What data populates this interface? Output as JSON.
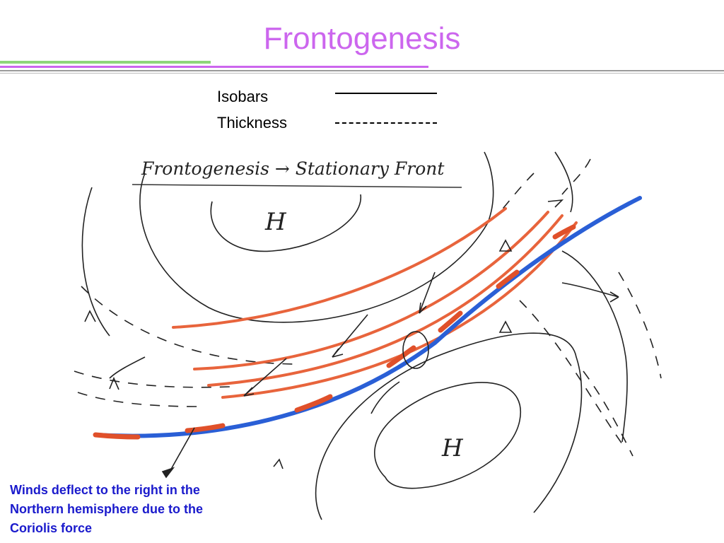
{
  "slide": {
    "title": "Frontogenesis",
    "legend": {
      "isobars_label": "Isobars",
      "thickness_label": "Thickness"
    },
    "sketch": {
      "heading": "Frontogenesis → Stationary Front",
      "high_north": "H",
      "high_south": "H"
    },
    "caption_lines": [
      "Winds deflect to the right in the",
      "Northern hemisphere due to the",
      "Coriolis force"
    ],
    "colors": {
      "title": "#cc66ee",
      "caption": "#1a1acc",
      "thickness_lines": "#e8643c",
      "front_blue": "#2a5fd6",
      "front_red": "#e0502a"
    }
  }
}
